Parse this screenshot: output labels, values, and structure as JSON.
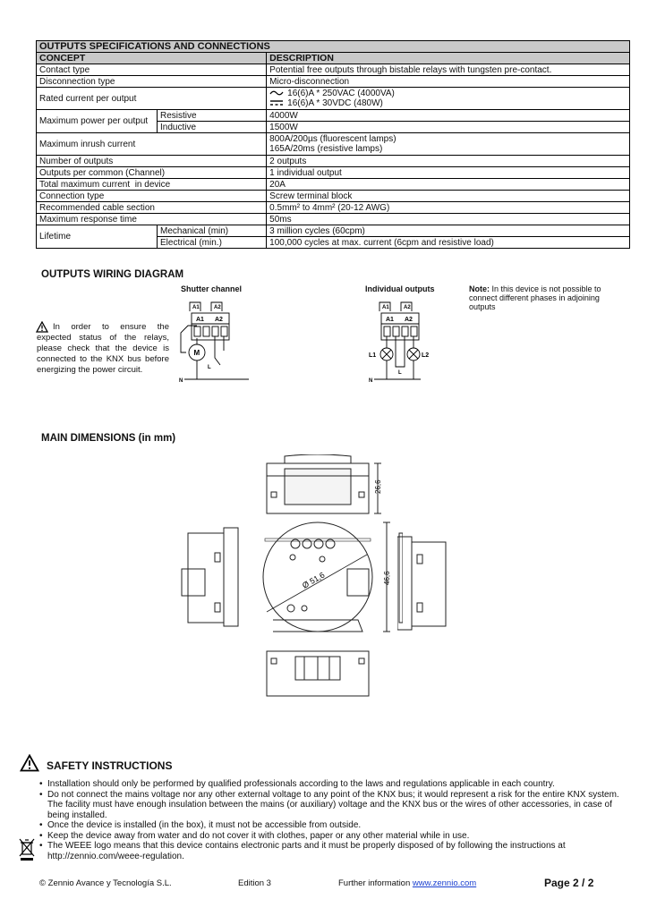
{
  "spec_table": {
    "title": "OUTPUTS SPECIFICATIONS AND CONNECTIONS",
    "col_concept": "CONCEPT",
    "col_description": "DESCRIPTION",
    "contact_type": {
      "label": "Contact type",
      "value": "Potential free outputs through bistable relays with tungsten pre-contact."
    },
    "disconnection_type": {
      "label": "Disconnection type",
      "value": "Micro-disconnection"
    },
    "rated_current": {
      "label": "Rated current per output",
      "ac": "16(6)A * 250VAC (4000VA)",
      "dc": "16(6)A * 30VDC (480W)"
    },
    "max_power": {
      "label": "Maximum power per output",
      "resistive_label": "Resistive",
      "resistive_value": "4000W",
      "inductive_label": "Inductive",
      "inductive_value": "1500W"
    },
    "inrush": {
      "label": "Maximum inrush current",
      "line1": "800A/200µs (fluorescent lamps)",
      "line2": "165A/20ms (resistive lamps)"
    },
    "num_outputs": {
      "label": "Number of outputs",
      "value": "2 outputs"
    },
    "outputs_per_common": {
      "label": "Outputs per common (Channel)",
      "value": "1 individual output"
    },
    "total_current": {
      "label": "Total maximum current  in device",
      "value": "20A"
    },
    "connection_type": {
      "label": "Connection type",
      "value": "Screw terminal block"
    },
    "cable_section": {
      "label": "Recommended cable section",
      "value": "0.5mm² to 4mm² (20-12 AWG)"
    },
    "response_time": {
      "label": "Maximum response time",
      "value": "50ms"
    },
    "lifetime": {
      "label": "Lifetime",
      "mech_label": "Mechanical (min)",
      "mech_value": "3 million cycles (60cpm)",
      "elec_label": "Electrical (min.)",
      "elec_value": "100,000 cycles at max. current (6cpm and resistive load)"
    }
  },
  "wiring": {
    "title": "OUTPUTS WIRING DIAGRAM",
    "warning": "In order to ensure the expected status of the relays, please check that the device is connected to the KNX bus before energizing the power circuit.",
    "shutter_label": "Shutter channel",
    "individual_label": "Individual outputs",
    "note_bold": "Note:",
    "note_text": " In this device is not possible to connect different phases in adjoining outputs",
    "a1": "A1",
    "a2": "A2",
    "m": "M",
    "l": "L",
    "n": "N",
    "l1": "L1",
    "l2": "L2"
  },
  "dimensions": {
    "title": "MAIN DIMENSIONS (in mm)",
    "height_label": "26,6",
    "depth_label": "46,6",
    "diameter_label": "Ø 51,6"
  },
  "safety": {
    "title": "SAFETY INSTRUCTIONS",
    "items": [
      "Installation should only be performed by qualified professionals according to the laws and regulations applicable in each country.",
      "Do not connect the mains voltage nor any other external voltage to any point of the KNX bus; it would represent a risk for the entire KNX system. The facility must have enough insulation between the mains (or auxiliary) voltage and the KNX bus or the wires of other accessories, in case of being installed.",
      "Once the device is installed (in the box), it must not be accessible from outside.",
      "Keep the device away from water and do not cover it with clothes, paper or any other material while in use.",
      "The WEEE logo means that this device contains electronic parts and it must be properly disposed of by following the instructions at http://zennio.com/weee-regulation."
    ]
  },
  "footer": {
    "copyright": "© Zennio Avance y Tecnología S.L.",
    "edition": "Edition 3",
    "further": "Further information ",
    "link": "www.zennio.com",
    "page": "Page 2 / 2"
  }
}
